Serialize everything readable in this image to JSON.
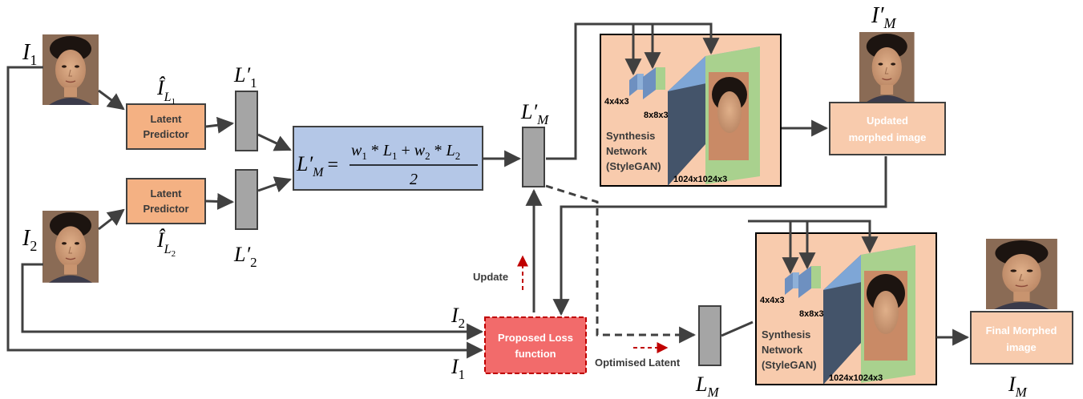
{
  "inputs": {
    "i1": {
      "base": "I",
      "sub": "1"
    },
    "i2": {
      "base": "I",
      "sub": "2"
    }
  },
  "predictor1": {
    "line1": "Latent",
    "line2": "Predictor",
    "hat_base": "Î",
    "hat_sub": "L",
    "hat_subsub": "1"
  },
  "predictor2": {
    "line1": "Latent",
    "line2": "Predictor",
    "hat_base": "Î",
    "hat_sub": "L",
    "hat_subsub": "2"
  },
  "latent1": {
    "base": "L′",
    "sub": "1"
  },
  "latent2": {
    "base": "L′",
    "sub": "2"
  },
  "formula": {
    "lhs_base": "L′",
    "lhs_sub": "M",
    "eq": "=",
    "w1": "w",
    "w1_sub": "1",
    "star1": " * ",
    "l1": "L",
    "l1_sub": "1",
    "plus": " + ",
    "w2": "w",
    "w2_sub": "2",
    "star2": " * ",
    "l2": "L",
    "l2_sub": "2",
    "denominator": "2"
  },
  "morph_latent": {
    "base": "L′",
    "sub": "M"
  },
  "synthesis_top": {
    "line1": "Synthesis",
    "line2": "Network",
    "line3": "(StyleGAN)",
    "res_small": "4x4x3",
    "res_mid": "8x8x3",
    "res_full": "1024x1024x3"
  },
  "updated_output": {
    "line1": "Updated",
    "line2": "morphed image",
    "label_base": "I′",
    "label_sub": "M"
  },
  "loss": {
    "line1": "Proposed Loss",
    "line2": "function",
    "in2_base": "I",
    "in2_sub": "2",
    "in1_base": "I",
    "in1_sub": "1"
  },
  "update_label": "Update",
  "optimised_label": "Optimised Latent",
  "final_latent": {
    "base": "L",
    "sub": "M"
  },
  "synthesis_bottom": {
    "line1": "Synthesis",
    "line2": "Network",
    "line3": "(StyleGAN)",
    "res_small": "4x4x3",
    "res_mid": "8x8x3",
    "res_full": "1024x1024x3"
  },
  "final_output": {
    "line1": "Final Morphed",
    "line2": "image",
    "label_base": "I",
    "label_sub": "M"
  },
  "colors": {
    "orange": "#F4B183",
    "peach_bg": "#F8CBAD",
    "gray_block": "#A5A5A5",
    "blue_formula": "#B4C7E7",
    "loss_red": "#F26B6B",
    "arrow": "#404040",
    "update_red": "#C00000"
  }
}
